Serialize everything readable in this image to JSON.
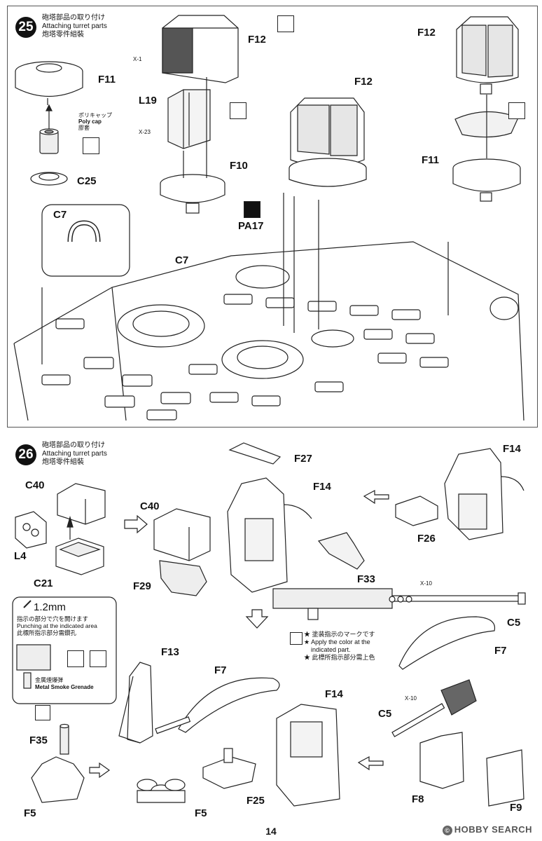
{
  "step25": {
    "number": "25",
    "title_jp": "砲塔部品の取り付け",
    "title_en": "Attaching turret parts",
    "title_cn": "炮塔零件組裝",
    "parts": {
      "f11a": "F11",
      "c25": "C25",
      "f12a": "F12",
      "l19": "L19",
      "f10": "F10",
      "f12b": "F12",
      "pa17": "PA17",
      "c7a": "C7",
      "c7b": "C7",
      "f12c": "F12",
      "f11b": "F11"
    },
    "colors": {
      "x1": "X-1",
      "x23": "X-23"
    },
    "polycap_jp": "ポリキャップ",
    "polycap_en": "Poly cap",
    "polycap_cn": "膠套"
  },
  "step26": {
    "number": "26",
    "title_jp": "砲塔部品の取り付け",
    "title_en": "Attaching turret parts",
    "title_cn": "炮塔零件組裝",
    "parts": {
      "c40a": "C40",
      "l4": "L4",
      "c21": "C21",
      "c40b": "C40",
      "f29": "F29",
      "f27": "F27",
      "f14a": "F14",
      "f33": "F33",
      "f14b": "F14",
      "f26": "F26",
      "c5a": "C5",
      "f7a": "F7",
      "f13": "F13",
      "f7b": "F7",
      "f14c": "F14",
      "f35": "F35",
      "f5a": "F5",
      "f5b": "F5",
      "f25": "F25",
      "c5b": "C5",
      "f8": "F8",
      "f9": "F9"
    },
    "colors": {
      "x10a": "X-10",
      "x10b": "X-10"
    },
    "drill": {
      "size": "1.2mm",
      "jp": "指示の部分で穴を開けます",
      "en": "Punching at the indicated area",
      "cn": "此標所指示部分需鑽孔"
    },
    "smoke": {
      "jp": "金属煙爆弾",
      "en": "Metal Smoke Grenade"
    },
    "paint_note": {
      "jp": "★ 塗装指示のマークです",
      "en1": "★ Apply the color at the",
      "en2": "indicated part.",
      "cn": "★ 此標所指示部分需上色"
    }
  },
  "page_number": "14",
  "watermark": "HOBBY SEARCH"
}
